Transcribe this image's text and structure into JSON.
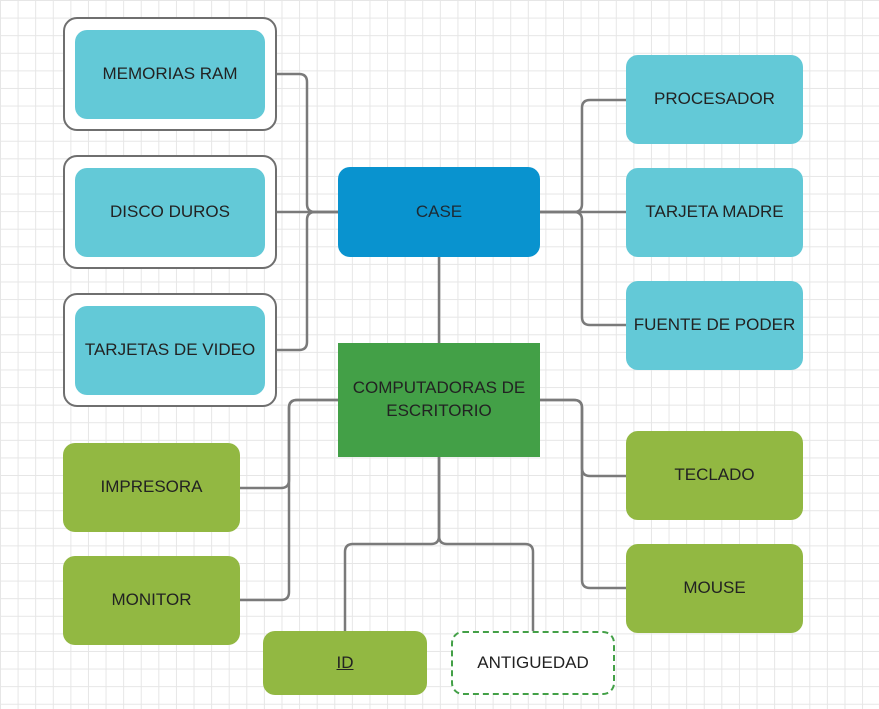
{
  "diagram": {
    "nodes": {
      "memorias_ram": "MEMORIAS RAM",
      "disco_duros": "DISCO DUROS",
      "tarjetas_video": "TARJETAS DE VIDEO",
      "case": "CASE",
      "procesador": "PROCESADOR",
      "tarjeta_madre": "TARJETA MADRE",
      "fuente_poder": "FUENTE DE PODER",
      "computadoras": "COMPUTADORAS DE ESCRITORIO",
      "impresora": "IMPRESORA",
      "monitor": "MONITOR",
      "teclado": "TECLADO",
      "mouse": "MOUSE",
      "id": "ID",
      "antiguedad": "ANTIGUEDAD"
    },
    "colors": {
      "cyan": "#63c9d7",
      "blue": "#0993cf",
      "dark_green": "#43a047",
      "light_green": "#92b842",
      "connector": "#7a7a7a"
    }
  }
}
